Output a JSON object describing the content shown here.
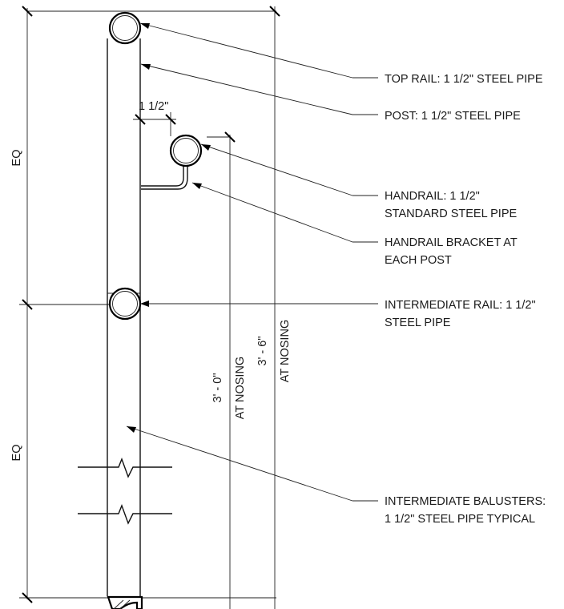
{
  "callouts": {
    "top_rail": [
      "TOP RAIL: 1 1/2\" STEEL PIPE"
    ],
    "post": [
      "POST: 1 1/2\" STEEL PIPE"
    ],
    "handrail": [
      "HANDRAIL: 1 1/2\"",
      "STANDARD STEEL PIPE"
    ],
    "bracket": [
      "HANDRAIL BRACKET AT",
      "EACH POST"
    ],
    "intermediate_rail": [
      "INTERMEDIATE RAIL: 1 1/2\"",
      "STEEL PIPE"
    ],
    "balusters": [
      "INTERMEDIATE BALUSTERS:",
      "1 1/2\" STEEL PIPE TYPICAL"
    ]
  },
  "dimensions": {
    "eq_top": "EQ",
    "eq_bottom": "EQ",
    "bracket_offset": "1 1/2\"",
    "height_36": "3' - 0\"",
    "height_36_note": "AT NOSING",
    "height_42": "3' - 6\"",
    "height_42_note": "AT NOSING"
  }
}
